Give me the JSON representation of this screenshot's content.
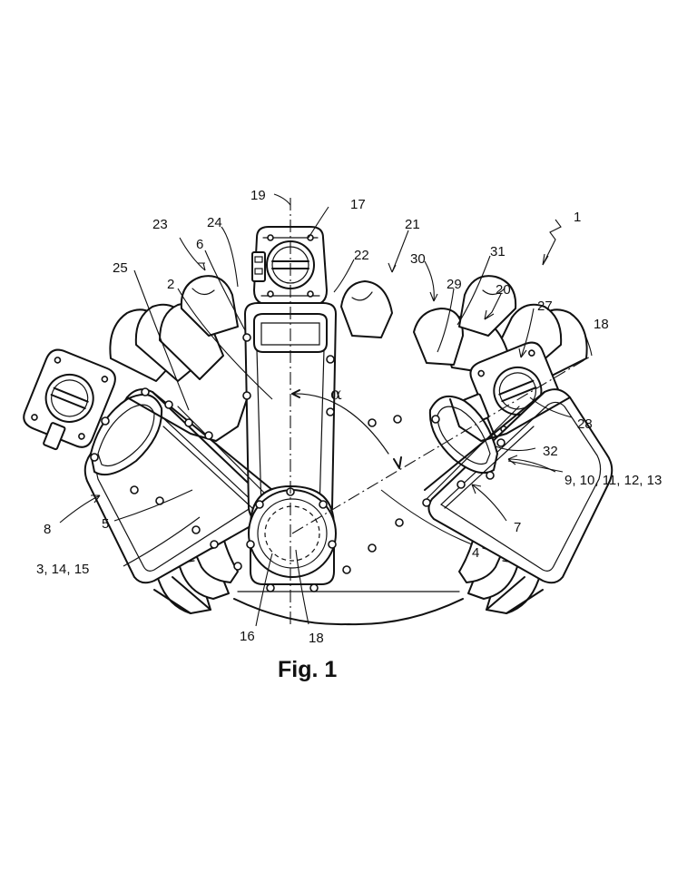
{
  "figure": {
    "caption": "Fig. 1",
    "angle_symbol": "α"
  },
  "reference_numerals": [
    {
      "id": "n1",
      "text": "1"
    },
    {
      "id": "n2",
      "text": "2"
    },
    {
      "id": "n3-14-15",
      "text": "3, 14, 15"
    },
    {
      "id": "n4",
      "text": "4"
    },
    {
      "id": "n5",
      "text": "5"
    },
    {
      "id": "n6",
      "text": "6"
    },
    {
      "id": "n7",
      "text": "7"
    },
    {
      "id": "n8",
      "text": "8"
    },
    {
      "id": "n9-13",
      "text": "9, 10, 11, 12, 13"
    },
    {
      "id": "n16",
      "text": "16"
    },
    {
      "id": "n17",
      "text": "17"
    },
    {
      "id": "n18-top",
      "text": "18"
    },
    {
      "id": "n18-bottom",
      "text": "18"
    },
    {
      "id": "n19",
      "text": "19"
    },
    {
      "id": "n20",
      "text": "20"
    },
    {
      "id": "n21",
      "text": "21"
    },
    {
      "id": "n22",
      "text": "22"
    },
    {
      "id": "n23",
      "text": "23"
    },
    {
      "id": "n24",
      "text": "24"
    },
    {
      "id": "n25",
      "text": "25"
    },
    {
      "id": "n27",
      "text": "27"
    },
    {
      "id": "n28",
      "text": "28"
    },
    {
      "id": "n29",
      "text": "29"
    },
    {
      "id": "n30",
      "text": "30"
    },
    {
      "id": "n31",
      "text": "31"
    },
    {
      "id": "n32",
      "text": "32"
    }
  ]
}
